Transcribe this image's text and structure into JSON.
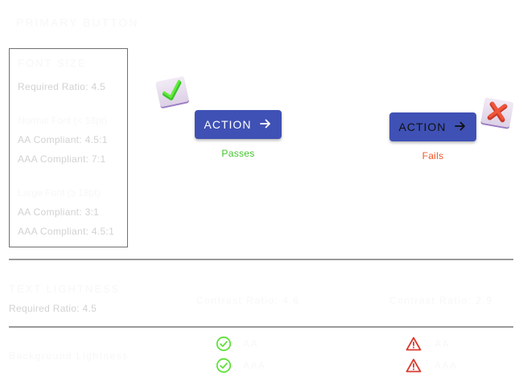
{
  "header": {
    "section_title": "Primary Button"
  },
  "info_box": {
    "font_size_heading": "Font Size",
    "required_ratio": "Required Ratio: 4.5",
    "normal_font_heading": "Normal Font (< 18pt)",
    "normal_aa": "AA Compliant: 4.5:1",
    "normal_aaa": "AAA Compliant: 7:1",
    "large_font_heading": "Large Font (≥ 18pt)",
    "large_aa": "AA Compliant: 3:1",
    "large_aaa": "AAA Compliant: 4.5:1"
  },
  "examples": {
    "pass": {
      "button_label": "ACTION",
      "result_label": "Passes",
      "result_color": "#42c42a",
      "icon": "check-mark-icon"
    },
    "fail": {
      "button_label": "ACTION",
      "result_label": "Fails",
      "result_color": "#f4592a",
      "icon": "cross-mark-icon"
    },
    "button_color": "#3f51b5"
  },
  "lightness_section": {
    "text_lightness_heading": "Text Lightness",
    "required_ratio": "Required Ratio: 4.5",
    "pass_column_header": "Contrast Ratio: 4.6",
    "fail_column_header": "Contrast Ratio: 2.9",
    "background_lightness_label": "Background Lightness",
    "rows": [
      {
        "pass_icon": "check-circle-icon",
        "pass_level": "AA",
        "fail_icon": "warning-triangle-icon",
        "fail_level": "AA"
      },
      {
        "pass_icon": "check-circle-icon",
        "pass_level": "AAA",
        "fail_icon": "warning-triangle-icon",
        "fail_level": "AAA"
      }
    ],
    "pass_icon_color": "#5ee23a",
    "fail_icon_color": "#d93a2f"
  }
}
